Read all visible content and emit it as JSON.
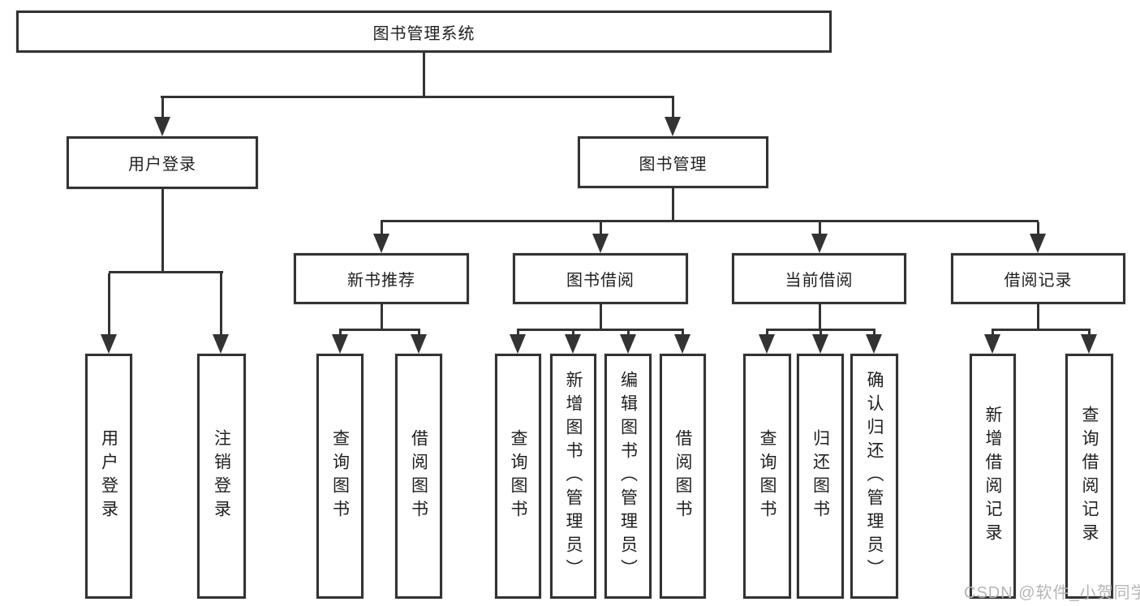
{
  "diagram": {
    "type": "hierarchy-tree",
    "title": "图书管理系统",
    "root": {
      "label": "图书管理系统"
    },
    "level2": [
      {
        "label": "用户登录"
      },
      {
        "label": "图书管理"
      }
    ],
    "level3": [
      {
        "label": "新书推荐",
        "parent": "图书管理"
      },
      {
        "label": "图书借阅",
        "parent": "图书管理"
      },
      {
        "label": "当前借阅",
        "parent": "图书管理"
      },
      {
        "label": "借阅记录",
        "parent": "图书管理"
      }
    ],
    "leaves": [
      {
        "label": "用户登录",
        "parent": "用户登录"
      },
      {
        "label": "注销登录",
        "parent": "用户登录"
      },
      {
        "label": "查询图书",
        "parent": "新书推荐"
      },
      {
        "label": "借阅图书",
        "parent": "新书推荐"
      },
      {
        "label": "查询图书",
        "parent": "图书借阅"
      },
      {
        "label": "新增图书（管理员）",
        "parent": "图书借阅"
      },
      {
        "label": "编辑图书（管理员）",
        "parent": "图书借阅"
      },
      {
        "label": "借阅图书",
        "parent": "图书借阅"
      },
      {
        "label": "查询图书",
        "parent": "当前借阅"
      },
      {
        "label": "归还图书",
        "parent": "当前借阅"
      },
      {
        "label": "确认归还（管理员）",
        "parent": "当前借阅"
      },
      {
        "label": "新增借阅记录",
        "parent": "借阅记录"
      },
      {
        "label": "查询借阅记录",
        "parent": "借阅记录"
      }
    ]
  },
  "watermark": {
    "text": "CSDN @软件_小贺同学"
  },
  "colors": {
    "line": "#333333",
    "text": "#1f1f1f",
    "background": "#ffffff",
    "watermark": "#b5b5b5"
  }
}
